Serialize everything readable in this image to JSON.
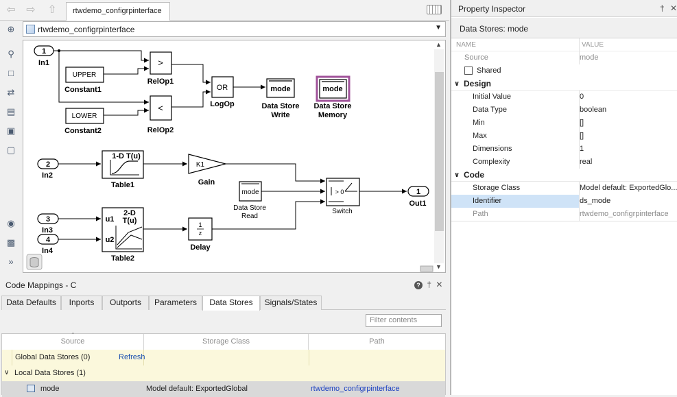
{
  "editor": {
    "tab_title": "rtwdemo_configrpinterface",
    "breadcrumb": "rtwdemo_configrpinterface",
    "nav": {
      "back_icon": "back-arrow-icon",
      "forward_icon": "forward-arrow-icon",
      "up_icon": "up-arrow-icon"
    }
  },
  "diagram": {
    "in1_num": "1",
    "in1": "In1",
    "in2_num": "2",
    "in2": "In2",
    "in3_num": "3",
    "in3": "In3",
    "in4_num": "4",
    "in4": "In4",
    "out1_num": "1",
    "out1": "Out1",
    "constant1_value": "UPPER",
    "constant1": "Constant1",
    "constant2_value": "LOWER",
    "constant2": "Constant2",
    "relop1_symbol": ">",
    "relop1": "RelOp1",
    "relop2_symbol": "<",
    "relop2": "RelOp2",
    "logop_symbol": "OR",
    "logop": "LogOp",
    "dsw_value": "mode",
    "dsw_label1": "Data Store",
    "dsw_label2": "Write",
    "dsm_value": "mode",
    "dsm_label1": "Data Store",
    "dsm_label2": "Memory",
    "table1_title": "1-D T(u)",
    "table1": "Table1",
    "gain_value": "K1",
    "gain": "Gain",
    "dsr_value": "mode",
    "dsr_label1": "Data Store",
    "dsr_label2": "Read",
    "switch_threshold": "> 0",
    "switch": "Switch",
    "table2_title1": "2-D",
    "table2_title2": "T(u)",
    "table2_u1": "u1",
    "table2_u2": "u2",
    "table2": "Table2",
    "delay_num": "1",
    "delay_den": "z",
    "delay": "Delay"
  },
  "code_mappings": {
    "title": "Code Mappings - C",
    "tabs": [
      "Data Defaults",
      "Inports",
      "Outports",
      "Parameters",
      "Data Stores",
      "Signals/States"
    ],
    "active_tab": "Data Stores",
    "filter_placeholder": "Filter contents",
    "columns": [
      "Source",
      "Storage Class",
      "Path"
    ],
    "global_group": "Global Data Stores (0)",
    "refresh": "Refresh",
    "local_group": "Local Data Stores (1)",
    "row": {
      "source": "mode",
      "storage_class": "Model default: ExportedGlobal",
      "path": "rtwdemo_configrpinterface"
    }
  },
  "property_inspector": {
    "title": "Property Inspector",
    "subtitle": "Data Stores: mode",
    "col_name": "NAME",
    "col_value": "VALUE",
    "source_label": "Source",
    "source_value": "mode",
    "shared_label": "Shared",
    "design_section": "Design",
    "design": [
      {
        "name": "Initial Value",
        "value": "0"
      },
      {
        "name": "Data Type",
        "value": "boolean"
      },
      {
        "name": "Min",
        "value": "[]"
      },
      {
        "name": "Max",
        "value": "[]"
      },
      {
        "name": "Dimensions",
        "value": "1"
      },
      {
        "name": "Complexity",
        "value": "real"
      }
    ],
    "code_section": "Code",
    "code": [
      {
        "name": "Storage Class",
        "value": "Model default: ExportedGlo..."
      },
      {
        "name": "Identifier",
        "value": "ds_mode"
      },
      {
        "name": "Path",
        "value": "rtwdemo_configrpinterface"
      }
    ],
    "colors": {
      "selected_row": "#cfe3f7",
      "memory_highlight": "#a0529a",
      "group_row": "#fbf8dc"
    }
  }
}
